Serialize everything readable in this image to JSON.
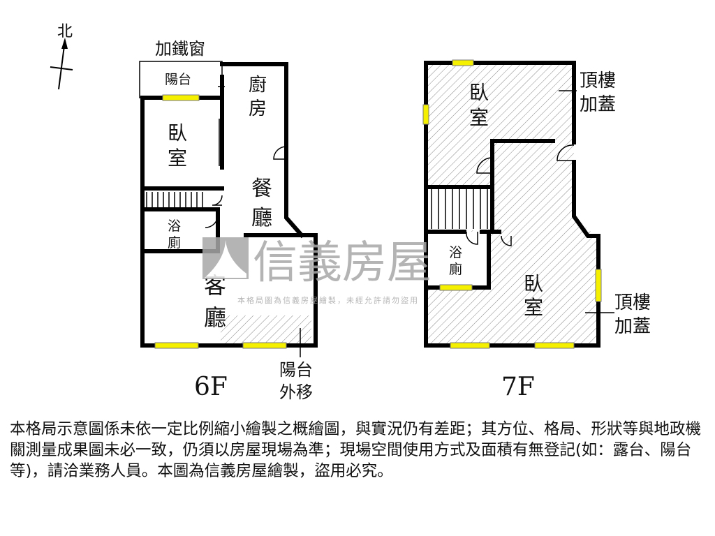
{
  "north": "北",
  "iron_window": "加鐵窗",
  "floor6": {
    "label": "6F",
    "balcony": "陽台",
    "kitchen": [
      "廚",
      "房"
    ],
    "bedroom": [
      "臥",
      "室"
    ],
    "dining": [
      "餐",
      "廳"
    ],
    "bath": [
      "浴",
      "廁"
    ],
    "living": [
      "客",
      "廳"
    ],
    "balcony_moved": [
      "陽台",
      "外移"
    ]
  },
  "floor7": {
    "label": "7F",
    "bedroom_upper": [
      "臥",
      "室"
    ],
    "bedroom_lower": [
      "臥",
      "室"
    ],
    "bath": [
      "浴",
      "廁"
    ],
    "rooftop_addition_1": [
      "頂樓",
      "加蓋"
    ],
    "rooftop_addition_2": [
      "頂樓",
      "加蓋"
    ]
  },
  "watermark": {
    "brand": "信義房屋",
    "notice": "本格局圖為信義房屋繪製，未經允許請勿盜用"
  },
  "disclaimer": "本格局示意圖係未依一定比例縮小繪製之概繪圖，與實況仍有差距；其方位、格局、形狀等與地政機關測量成果圖未必一致，仍須以房屋現場為準；現場空間使用方式及面積有無登記(如：露台、陽台等)，請洽業務人員。本圖為信義房屋繪製，盜用必究。",
  "colors": {
    "window": "#f5f000",
    "watermark": "#a8a8a8",
    "wall": "#000000"
  }
}
